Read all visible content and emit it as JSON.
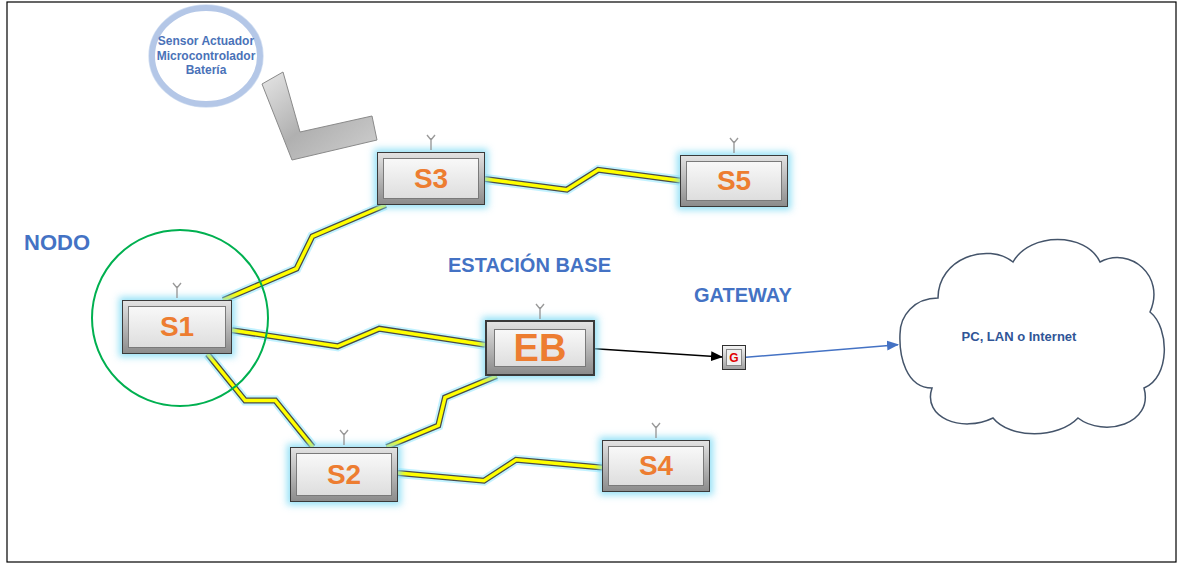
{
  "diagram": {
    "nodes": [
      {
        "text": [
          "Sensor Actuador Microcontrolador Batería"
        ]
      },
      {
        "text": [
          "NODO"
        ]
      },
      {
        "text": [
          "S1"
        ],
        "in": 1
      },
      {
        "text": [
          "S3"
        ]
      },
      {
        "text": [
          "S5"
        ]
      },
      {
        "text": [
          "EB"
        ]
      },
      {
        "text": [
          "G"
        ]
      },
      {
        "text": [
          "PC, LAN o Internet"
        ]
      },
      {
        "text": [
          "S2"
        ]
      },
      {
        "text": [
          "S4"
        ]
      }
    ],
    "edges": [
      {
        "from": 2,
        "to": 3,
        "arrow": "none"
      },
      {
        "from": 3,
        "to": 4,
        "arrow": "none"
      },
      {
        "from": 2,
        "to": 5,
        "arrow": "none"
      },
      {
        "from": 2,
        "to": 8,
        "arrow": "none"
      },
      {
        "from": 8,
        "to": 5,
        "arrow": "none"
      },
      {
        "from": 8,
        "to": 9,
        "arrow": "none"
      },
      {
        "from": 5,
        "to": 6,
        "arrow": "to"
      },
      {
        "from": 6,
        "to": 7,
        "arrow": "to"
      }
    ],
    "labels": [
      "ESTACIÓN BASE",
      "GATEWAY"
    ]
  }
}
